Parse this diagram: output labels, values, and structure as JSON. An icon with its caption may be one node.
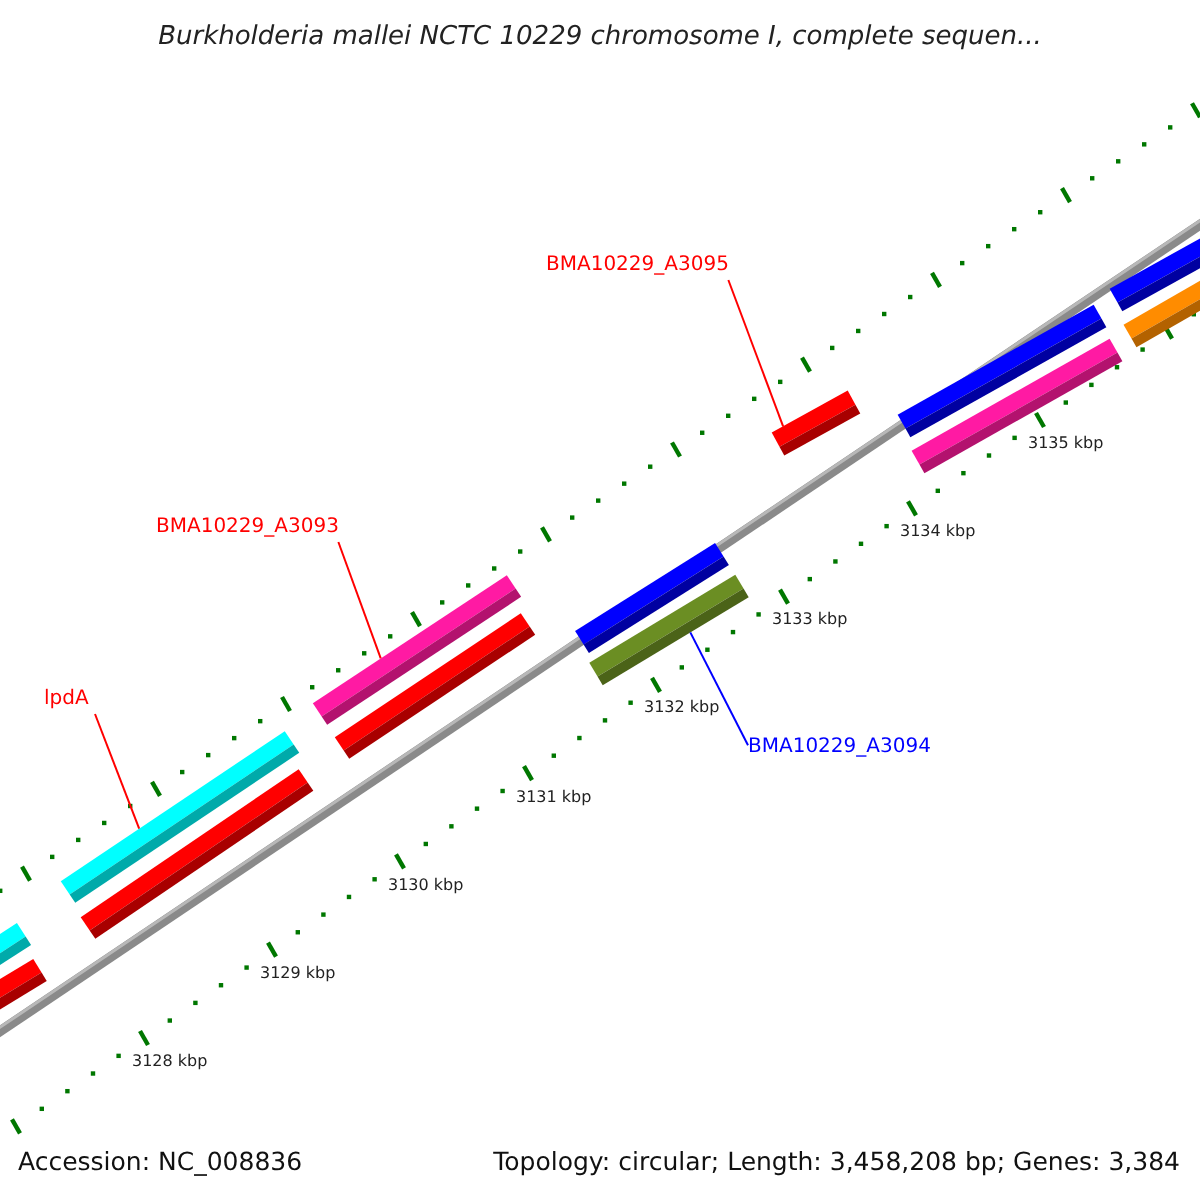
{
  "diagram": {
    "title": "Burkholderia mallei NCTC 10229 chromosome I, complete sequen...",
    "nodes": [
      {
        "text": [
          "BMA10229_A3095"
        ]
      },
      {
        "text": [
          "BMA10229_A3093"
        ]
      },
      {
        "text": [
          "lpdA"
        ]
      },
      {
        "text": [
          "BMA10229_A3094"
        ]
      },
      {
        "text": [],
        "shape": "bar"
      },
      {
        "text": [],
        "shape": "bar"
      },
      {
        "text": [],
        "shape": "bar"
      },
      {
        "text": [],
        "shape": "bar"
      },
      {
        "text": [],
        "shape": "bar"
      },
      {
        "text": [],
        "shape": "bar"
      },
      {
        "text": [],
        "shape": "bar"
      },
      {
        "text": [],
        "shape": "bar"
      },
      {
        "text": [],
        "shape": "bar"
      },
      {
        "text": [],
        "shape": "bar"
      },
      {
        "text": [],
        "shape": "bar"
      },
      {
        "text": [],
        "shape": "bar"
      },
      {
        "text": [],
        "shape": "bar"
      }
    ],
    "edges": [
      {
        "from": 0,
        "to": 12,
        "arrow": "none"
      },
      {
        "from": 1,
        "to": 8,
        "arrow": "none"
      },
      {
        "from": 2,
        "to": 6,
        "arrow": "none"
      },
      {
        "from": 3,
        "to": 11,
        "arrow": "none",
        "color": "#0000ff"
      }
    ],
    "labels": [
      "3128 kbp",
      "3129 kbp",
      "3130 kbp",
      "3131 kbp",
      "3132 kbp",
      "3133 kbp",
      "3134 kbp",
      "3135 kbp",
      "Accession: NC_008836",
      "Topology: circular; Length: 3,458,208 bp; Genes: 3,384"
    ]
  }
}
